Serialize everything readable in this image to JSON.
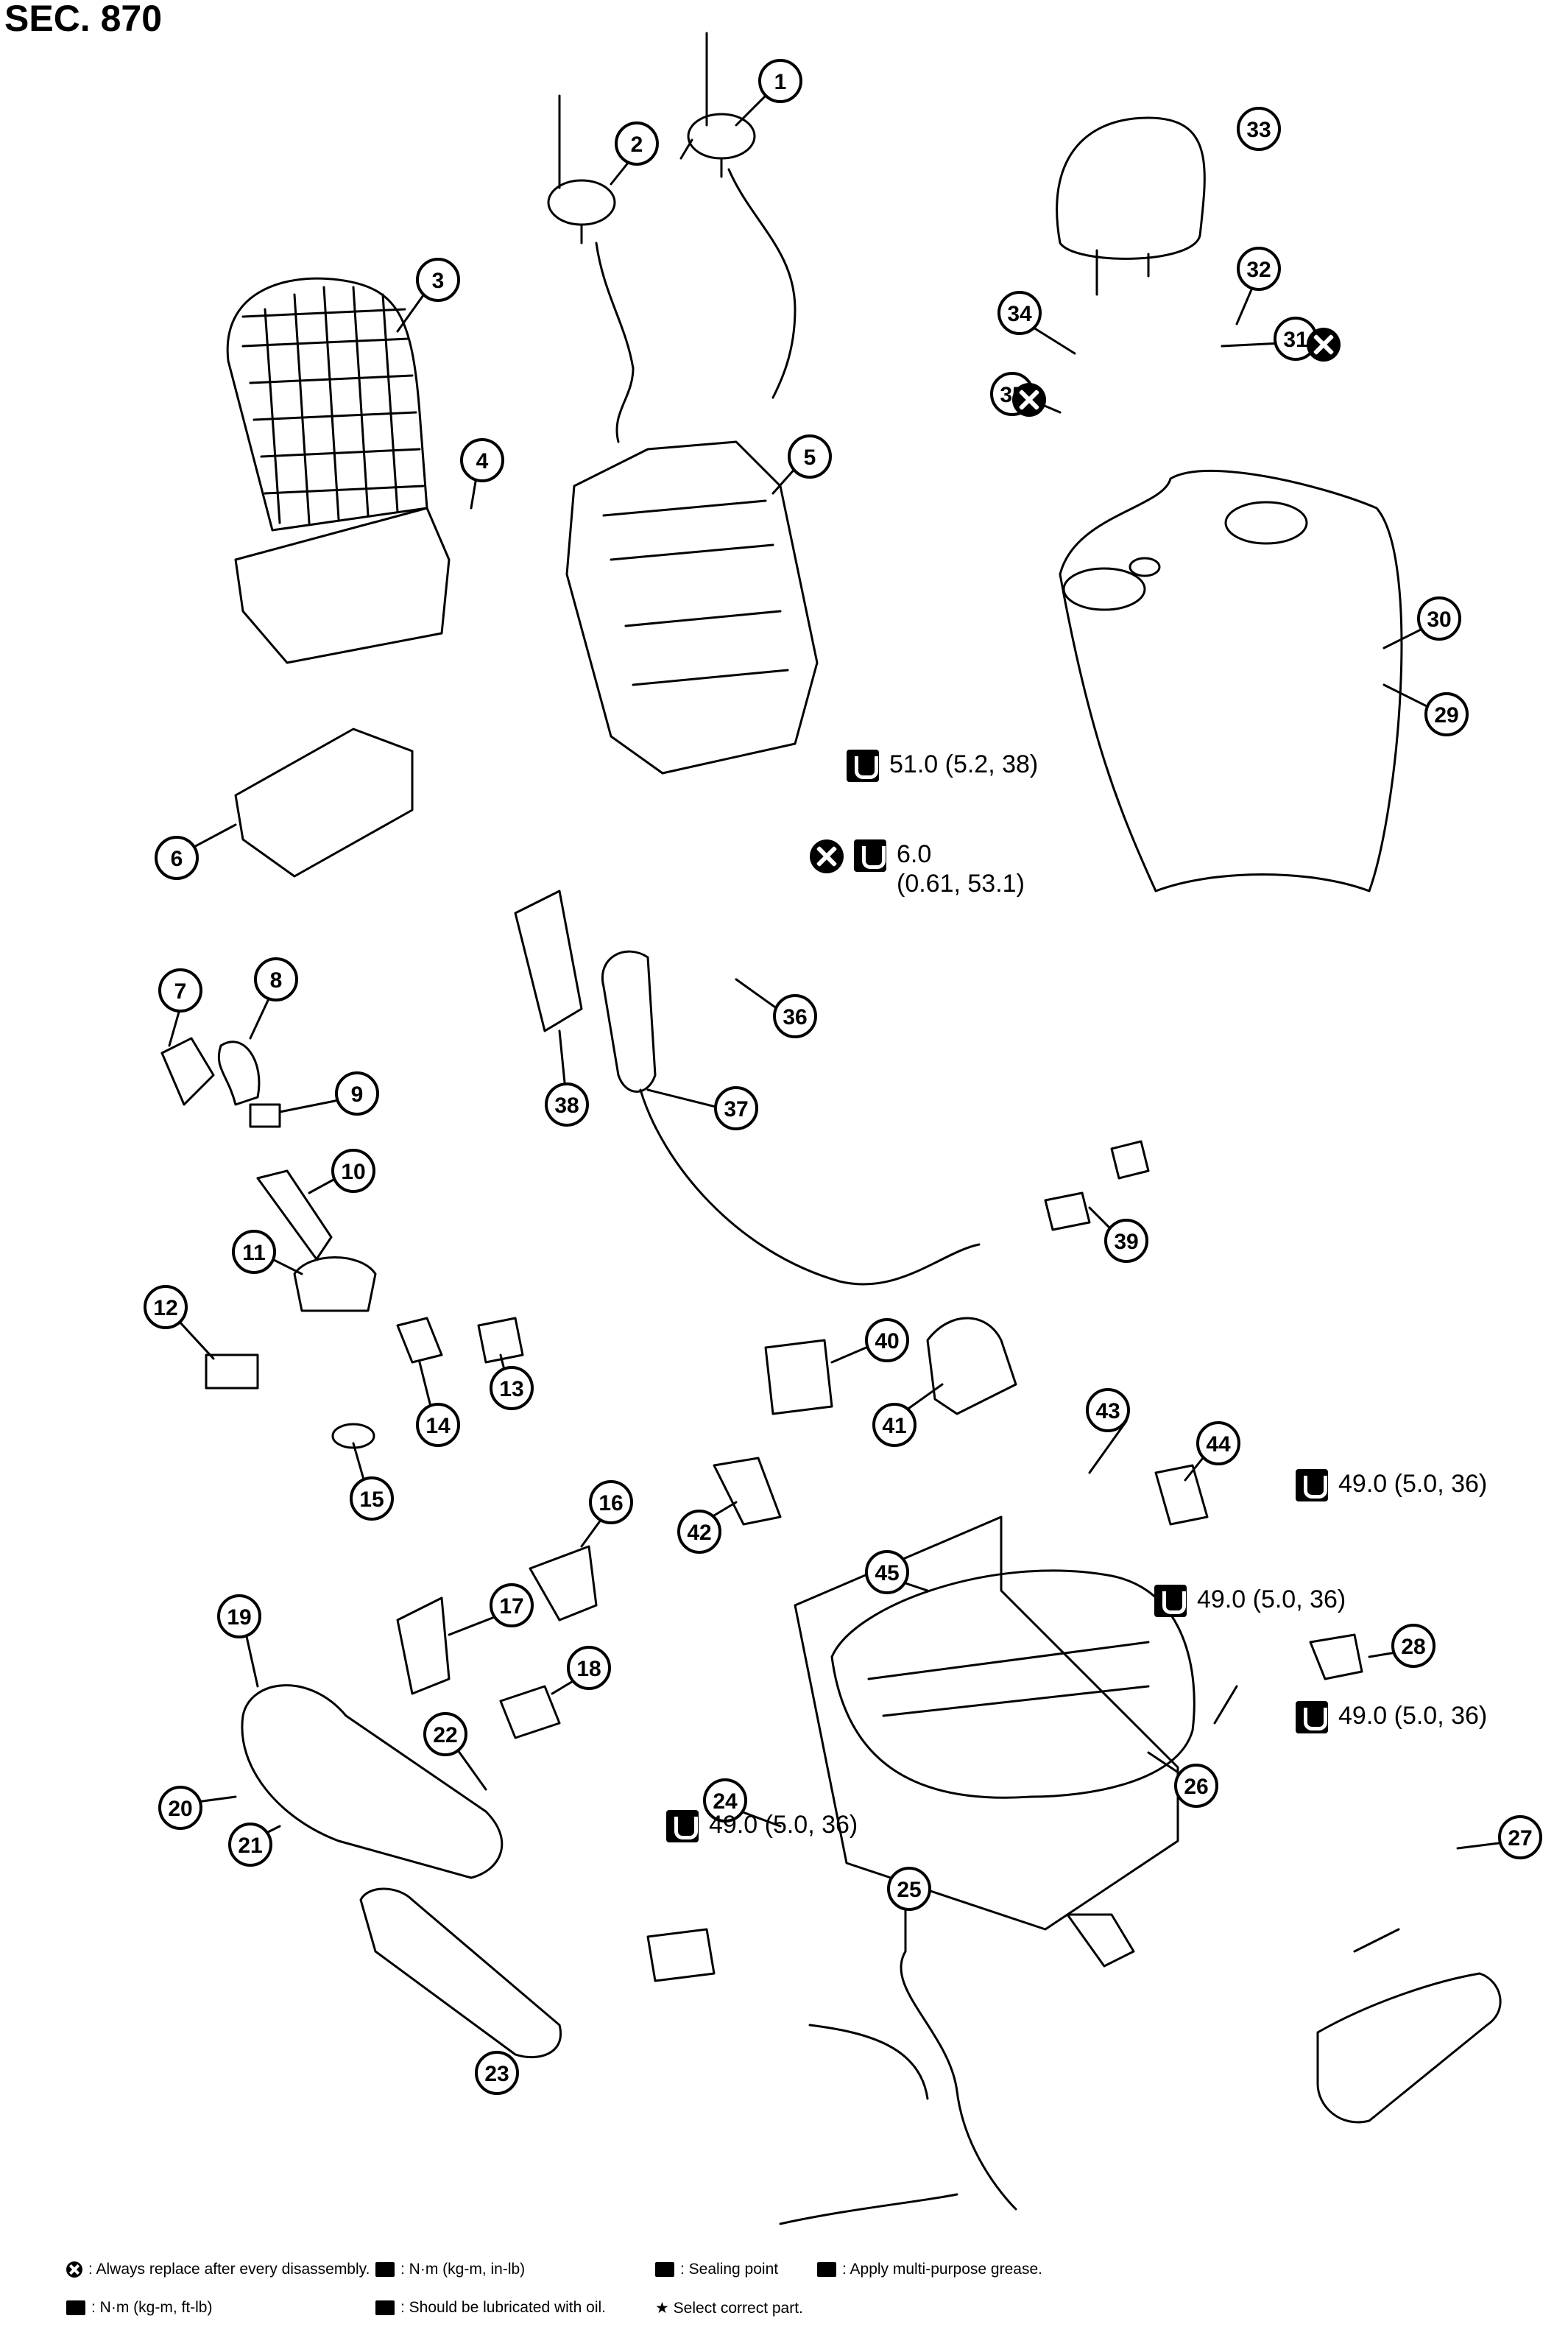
{
  "section_label": "SEC. 870",
  "callouts": [
    "1",
    "2",
    "3",
    "4",
    "5",
    "6",
    "7",
    "8",
    "9",
    "10",
    "11",
    "12",
    "13",
    "14",
    "15",
    "16",
    "17",
    "18",
    "19",
    "20",
    "21",
    "22",
    "23",
    "24",
    "25",
    "26",
    "27",
    "28",
    "29",
    "30",
    "31",
    "32",
    "33",
    "34",
    "35",
    "36",
    "37",
    "38",
    "39",
    "40",
    "41",
    "42",
    "43",
    "44",
    "45"
  ],
  "torque_specs": {
    "recliner_bolts": "51.0 (5.2, 38)",
    "lumbar_nuts_line1": "6.0",
    "lumbar_nuts_line2": "(0.61, 53.1)",
    "belt_buckle": "49.0 (5.0, 36)",
    "frame_rear": "49.0 (5.0, 36)",
    "frame_right": "49.0 (5.0, 36)",
    "frame_front": "49.0 (5.0, 36)"
  },
  "legend": {
    "replace": ": Always replace after every disassembly.",
    "nm_kgcm_inlb": ": N·m (kg-m, in-lb)",
    "sealing": ": Sealing point",
    "grease": ": Apply multi-purpose grease.",
    "nm_kgm_ftlb": ": N·m (kg-m, ft-lb)",
    "oil": ": Should be lubricated with oil.",
    "select": "★ Select correct part."
  }
}
